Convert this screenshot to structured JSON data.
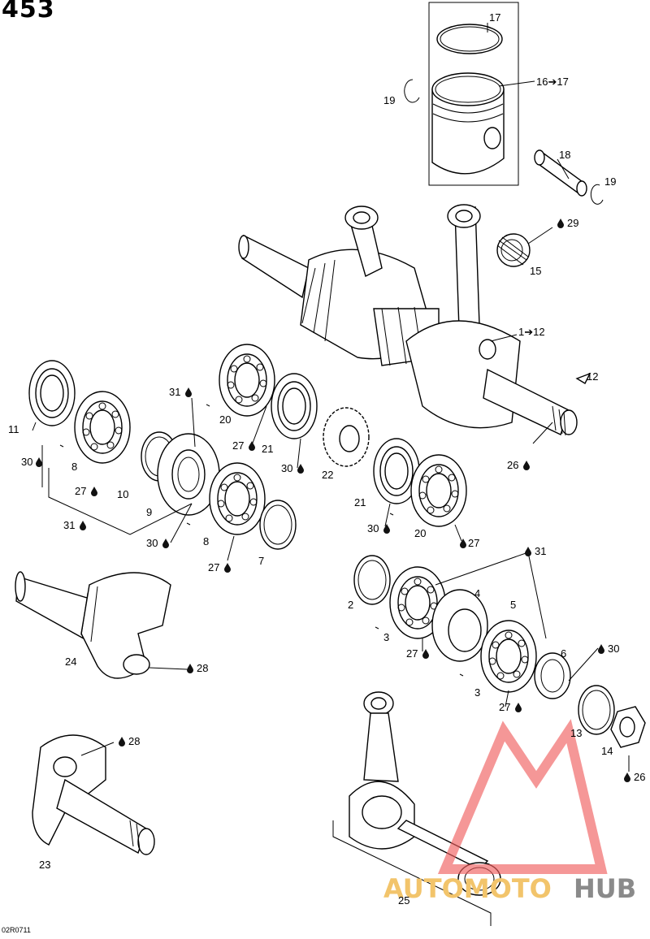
{
  "diagram": {
    "page_number": "453",
    "ref_code": "02R0711",
    "watermark": {
      "brand_a": "AUTOMOTO",
      "brand_b": "HUB"
    },
    "labels": [
      {
        "id": "l17",
        "text": "17"
      },
      {
        "id": "l16",
        "text": "16➔17"
      },
      {
        "id": "l19a",
        "text": "19"
      },
      {
        "id": "l18",
        "text": "18"
      },
      {
        "id": "l19b",
        "text": "19"
      },
      {
        "id": "l29",
        "text": "29"
      },
      {
        "id": "l15",
        "text": "15"
      },
      {
        "id": "l1to12",
        "text": "1➔12"
      },
      {
        "id": "l12",
        "text": "12"
      },
      {
        "id": "l26a",
        "text": "26"
      },
      {
        "id": "l11",
        "text": "11"
      },
      {
        "id": "l30a",
        "text": "30"
      },
      {
        "id": "l8a",
        "text": "8"
      },
      {
        "id": "l27a",
        "text": "27"
      },
      {
        "id": "l31a",
        "text": "31"
      },
      {
        "id": "l10",
        "text": "10"
      },
      {
        "id": "l9",
        "text": "9"
      },
      {
        "id": "l31b",
        "text": "31"
      },
      {
        "id": "l30b",
        "text": "30"
      },
      {
        "id": "l20a",
        "text": "20"
      },
      {
        "id": "l27b",
        "text": "27"
      },
      {
        "id": "l21a",
        "text": "21"
      },
      {
        "id": "l30c",
        "text": "30"
      },
      {
        "id": "l22",
        "text": "22"
      },
      {
        "id": "l8b",
        "text": "8"
      },
      {
        "id": "l27c",
        "text": "27"
      },
      {
        "id": "l7",
        "text": "7"
      },
      {
        "id": "l21b",
        "text": "21"
      },
      {
        "id": "l30d",
        "text": "30"
      },
      {
        "id": "l20b",
        "text": "20"
      },
      {
        "id": "l27d",
        "text": "27"
      },
      {
        "id": "l31c",
        "text": "31"
      },
      {
        "id": "l2",
        "text": "2"
      },
      {
        "id": "l4",
        "text": "4"
      },
      {
        "id": "l5",
        "text": "5"
      },
      {
        "id": "l3a",
        "text": "3"
      },
      {
        "id": "l27e",
        "text": "27"
      },
      {
        "id": "l6",
        "text": "6"
      },
      {
        "id": "l30e",
        "text": "30"
      },
      {
        "id": "l3b",
        "text": "3"
      },
      {
        "id": "l27f",
        "text": "27"
      },
      {
        "id": "l13",
        "text": "13"
      },
      {
        "id": "l14",
        "text": "14"
      },
      {
        "id": "l26b",
        "text": "26"
      },
      {
        "id": "l24",
        "text": "24"
      },
      {
        "id": "l28a",
        "text": "28"
      },
      {
        "id": "l28b",
        "text": "28"
      },
      {
        "id": "l23",
        "text": "23"
      },
      {
        "id": "l25",
        "text": "25"
      }
    ]
  }
}
